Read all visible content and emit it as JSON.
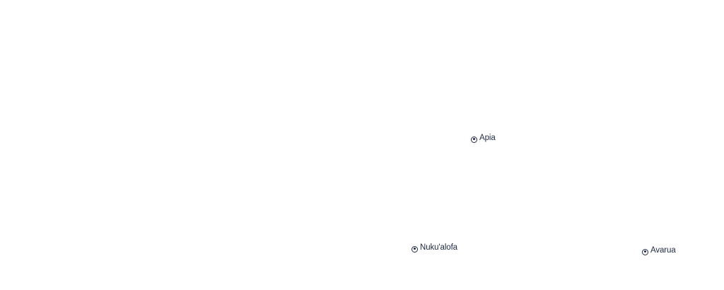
{
  "map": {
    "background": "#ffffff",
    "marker_color": "#1f2a44",
    "places": [
      {
        "name": "Apia",
        "icon": "capital-city-marker-icon"
      },
      {
        "name": "Nuku'alofa",
        "icon": "capital-city-marker-icon"
      },
      {
        "name": "Avarua",
        "icon": "capital-city-marker-icon"
      }
    ]
  }
}
